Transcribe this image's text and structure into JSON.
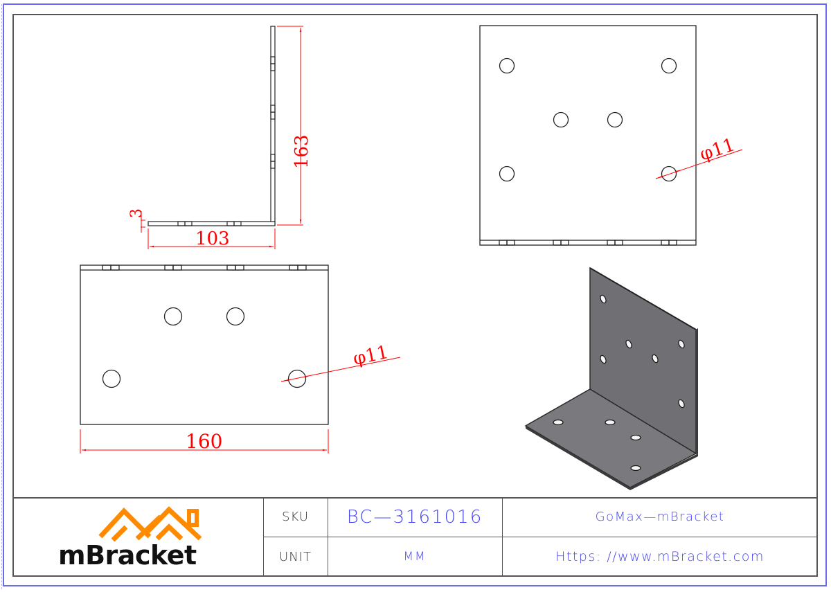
{
  "drawing": {
    "side_view": {
      "height_dim": "163",
      "width_dim": "103",
      "thickness_dim": "3"
    },
    "front_view_vertical_leg": {
      "hole_dim": "φ11",
      "hole_count": 6
    },
    "top_view_horizontal_leg": {
      "width_dim": "160",
      "hole_dim": "φ11",
      "hole_count": 4
    },
    "isometric_view": {
      "label": "3D isometric bracket"
    }
  },
  "title_block": {
    "logo": {
      "text": "mBracket",
      "accent_color": "#ff8a00"
    },
    "rows": [
      {
        "label": "SKU",
        "value": "BC—3161016",
        "info": "GoMax—mBracket"
      },
      {
        "label": "UNIT",
        "value": "MM",
        "info": "Https: //www.mBracket.com"
      }
    ]
  },
  "colors": {
    "dimension": "#ff0000",
    "border_outer": "#6a6af0",
    "title_value": "#4848f0",
    "line": "#222222",
    "iso_face": "#6f6f73"
  }
}
